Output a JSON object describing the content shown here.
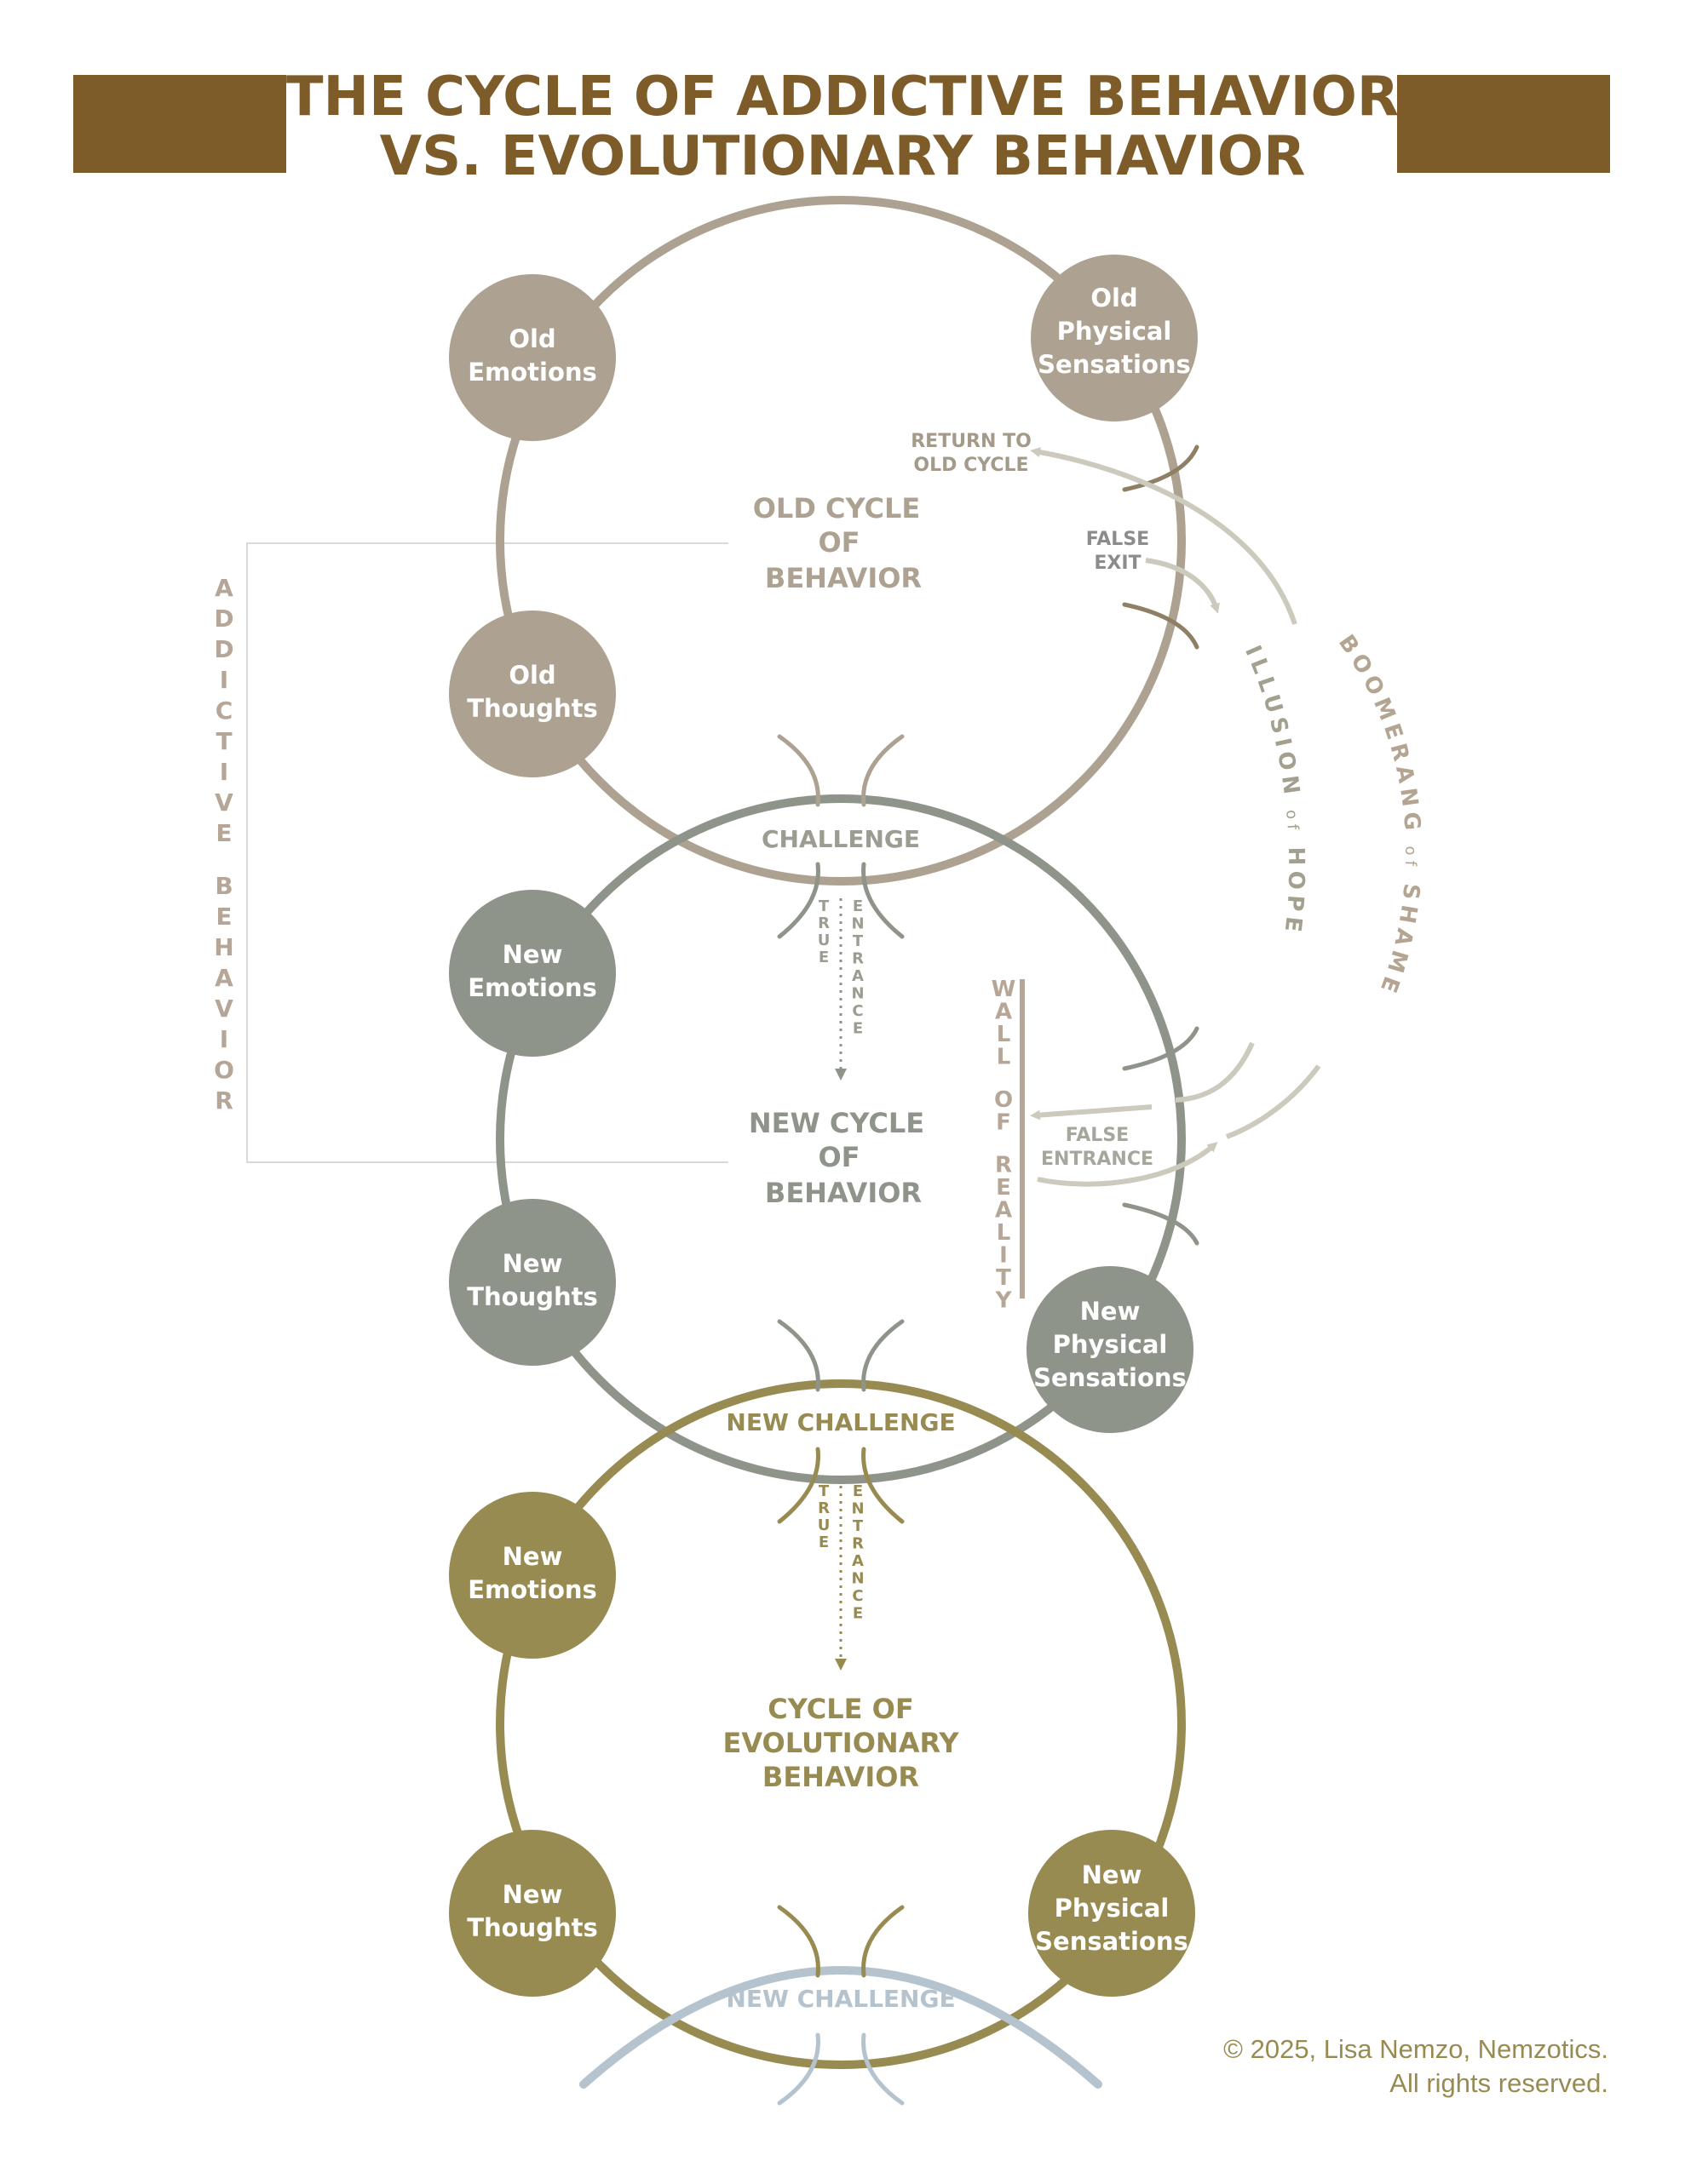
{
  "title": {
    "line1": "THE CYCLE OF ADDICTIVE BEHAVIOR",
    "line2": "VS. EVOLUTIONARY  BEHAVIOR"
  },
  "cycles": {
    "old": {
      "label": [
        "OLD CYCLE",
        "OF",
        "BEHAVIOR"
      ],
      "nodes": {
        "emotions": [
          "Old",
          "Emotions"
        ],
        "sensations": [
          "Old",
          "Physical",
          "Sensations"
        ],
        "thoughts": [
          "Old",
          "Thoughts"
        ]
      }
    },
    "new": {
      "label": [
        "NEW CYCLE",
        "OF",
        "BEHAVIOR"
      ],
      "nodes": {
        "emotions": [
          "New",
          "Emotions"
        ],
        "thoughts": [
          "New",
          "Thoughts"
        ],
        "sensations": [
          "New",
          "Physical",
          "Sensations"
        ]
      }
    },
    "evolutionary": {
      "label": [
        "CYCLE OF",
        "EVOLUTIONARY",
        "BEHAVIOR"
      ],
      "nodes": {
        "emotions": [
          "New",
          "Emotions"
        ],
        "thoughts": [
          "New",
          "Thoughts"
        ],
        "sensations": [
          "New",
          "Physical",
          "Sensations"
        ]
      }
    }
  },
  "challenges": {
    "first": "CHALLENGE",
    "second": "NEW CHALLENGE",
    "third": "NEW CHALLENGE"
  },
  "entrances": {
    "true_word": "TRUE",
    "entrance_word": "ENTRANCE"
  },
  "side_labels": {
    "addictive": "ADDICTIVE",
    "behavior": "BEHAVIOR",
    "wall": "WALL OF REALITY",
    "illusion_a": "ILLUSION",
    "illusion_of": "of",
    "illusion_b": "HOPE",
    "boomerang_a": "BOOMERANG",
    "boomerang_of": "of",
    "boomerang_b": "SHAME",
    "return_to": [
      "RETURN TO",
      "OLD CYCLE"
    ],
    "false_exit": [
      "FALSE",
      "EXIT"
    ],
    "false_entrance": [
      "FALSE",
      "ENTRANCE"
    ]
  },
  "copyright": [
    "© 2025, Lisa Nemzo, Nemzotics.",
    "All rights reserved."
  ],
  "colors": {
    "brown": "#7d5c2a",
    "old": "#ada291",
    "new": "#8f948a",
    "evo": "#988b52",
    "light_blue": "#b5c3ce",
    "light_gray": "#ccc9bd"
  }
}
